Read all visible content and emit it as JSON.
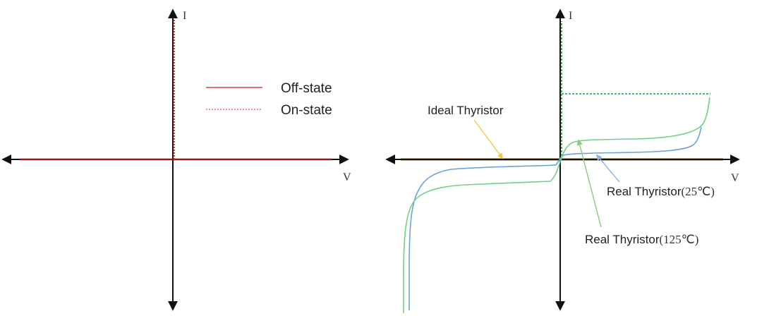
{
  "left_diagram": {
    "axis_y_label": "I",
    "axis_x_label": "V",
    "legend": [
      {
        "label": "Off-state",
        "style": "solid",
        "color": "#e8736c"
      },
      {
        "label": "On-state",
        "style": "dashed",
        "color": "#e8736c"
      }
    ],
    "colors": {
      "axis": "#1a1a1a",
      "off_state": "#8b1a1a",
      "on_state": "#e23b3b"
    }
  },
  "right_diagram": {
    "axis_y_label": "I",
    "axis_x_label": "V",
    "annotations": {
      "ideal": {
        "text": "Ideal Thyristor",
        "color": "#f2c84b"
      },
      "real25_prefix": "Real Thyristor",
      "real25_suffix": "(25℃)",
      "real25_color": "#8fb4e3",
      "real125_prefix": "Real Thyristor",
      "real125_suffix": "(125℃)",
      "real125_color": "#8cc97a"
    },
    "colors": {
      "ideal": "#7a5a10",
      "real_25": "#6aa3d8",
      "real_125": "#6fd08c",
      "on_state_dashed": "#2fae55"
    }
  }
}
